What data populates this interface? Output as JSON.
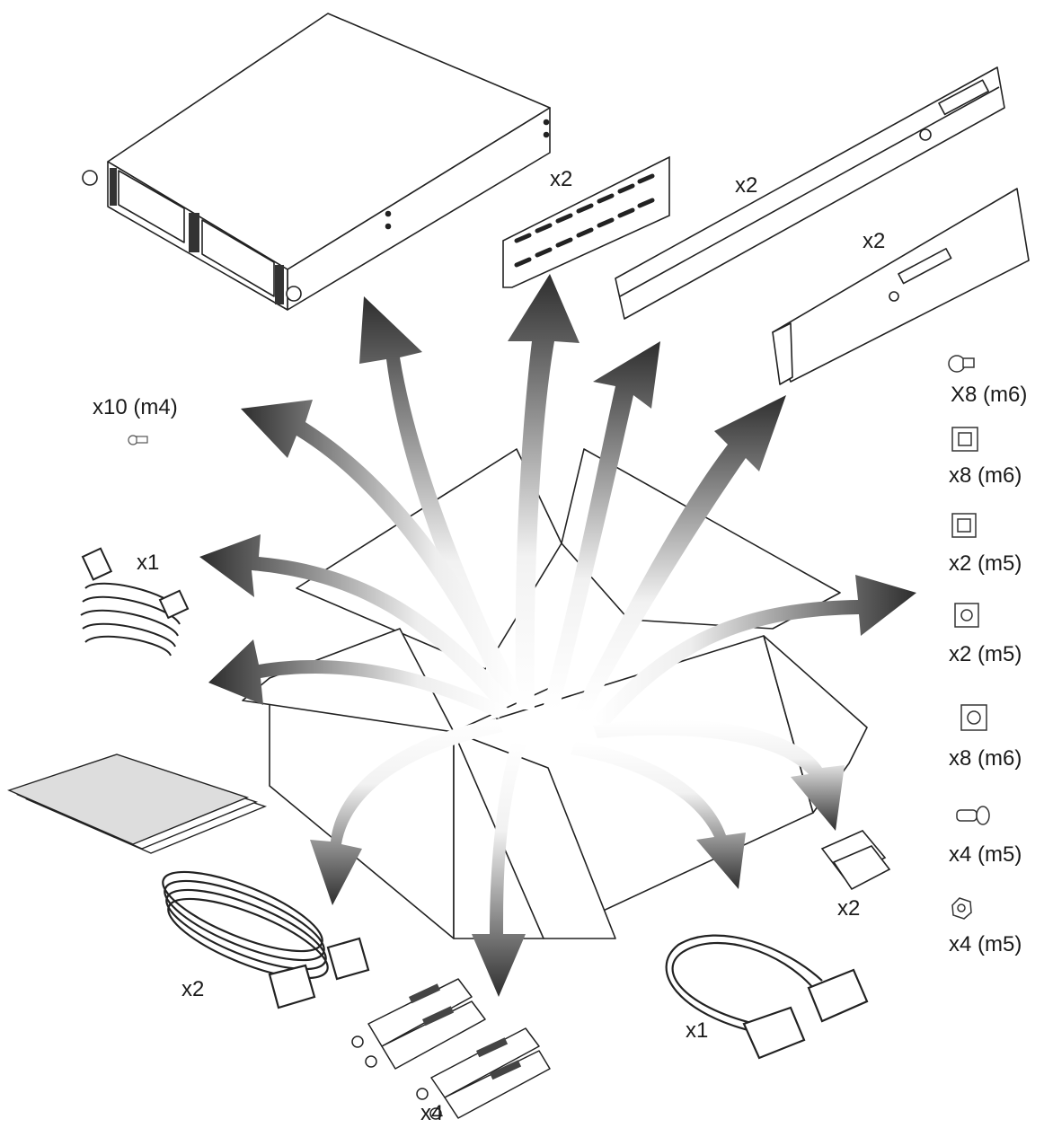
{
  "labels": {
    "bracket_qty": "x2",
    "long_rail_qty": "x2",
    "short_rail_qty": "x2",
    "m4_screws_qty": "x10 (m4)",
    "power_cord_qty": "x1",
    "long_cables_qty": "x2",
    "terminators_qty": "x2",
    "short_cable_qty": "x1",
    "drive_sleds_qty": "x4",
    "hw_m6_screws": "X8 (m6)",
    "hw_m6_cage_nuts": "x8 (m6)",
    "hw_m5_cage_nuts": "x2 (m5)",
    "hw_m5_clip_nuts": "x2 (m5)",
    "hw_m6_clip_nuts": "x8 (m6)",
    "hw_m5_screws": "x4 (m5)",
    "hw_m5_nuts": "x4 (m5)"
  },
  "colors": {
    "line": "#222222",
    "arrow_dark": "#2e2e2e",
    "arrow_light": "#ffffff",
    "paper_fill": "#dddddd"
  }
}
